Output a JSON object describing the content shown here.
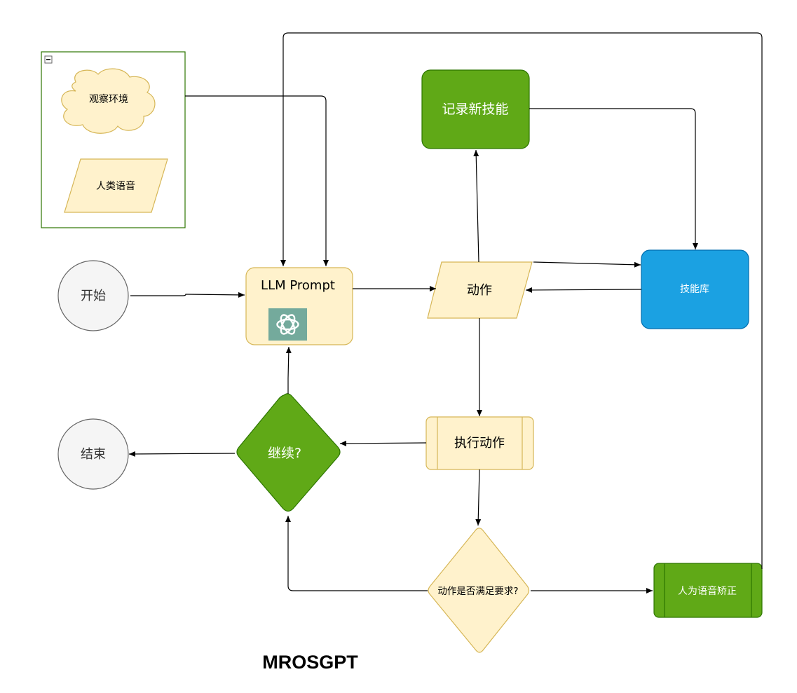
{
  "diagram": {
    "title": "MROSGPT",
    "nodes": {
      "observe": "观察环境",
      "human_voice": "人类语音",
      "start": "开始",
      "end": "结束",
      "llm": "LLM Prompt",
      "record": "记录新技能",
      "action": "动作",
      "skill_lib": "技能库",
      "execute": "执行动作",
      "continue": "继续?",
      "check": "动作是否满足要求?",
      "correction": "人为语音矫正"
    },
    "icons": {
      "collapse": "minus-collapse-icon",
      "llm_logo": "openai-logo-icon"
    },
    "colors": {
      "green_fill": "#60a917",
      "green_stroke": "#2d7600",
      "blue_fill": "#1ba1e2",
      "blue_stroke": "#006eaf",
      "cream_fill": "#fff2cc",
      "cream_stroke": "#d6b656",
      "gray_fill": "#f5f5f5",
      "gray_stroke": "#666666",
      "logo_bg": "#74aa9c",
      "container_stroke": "#2d7600"
    }
  }
}
